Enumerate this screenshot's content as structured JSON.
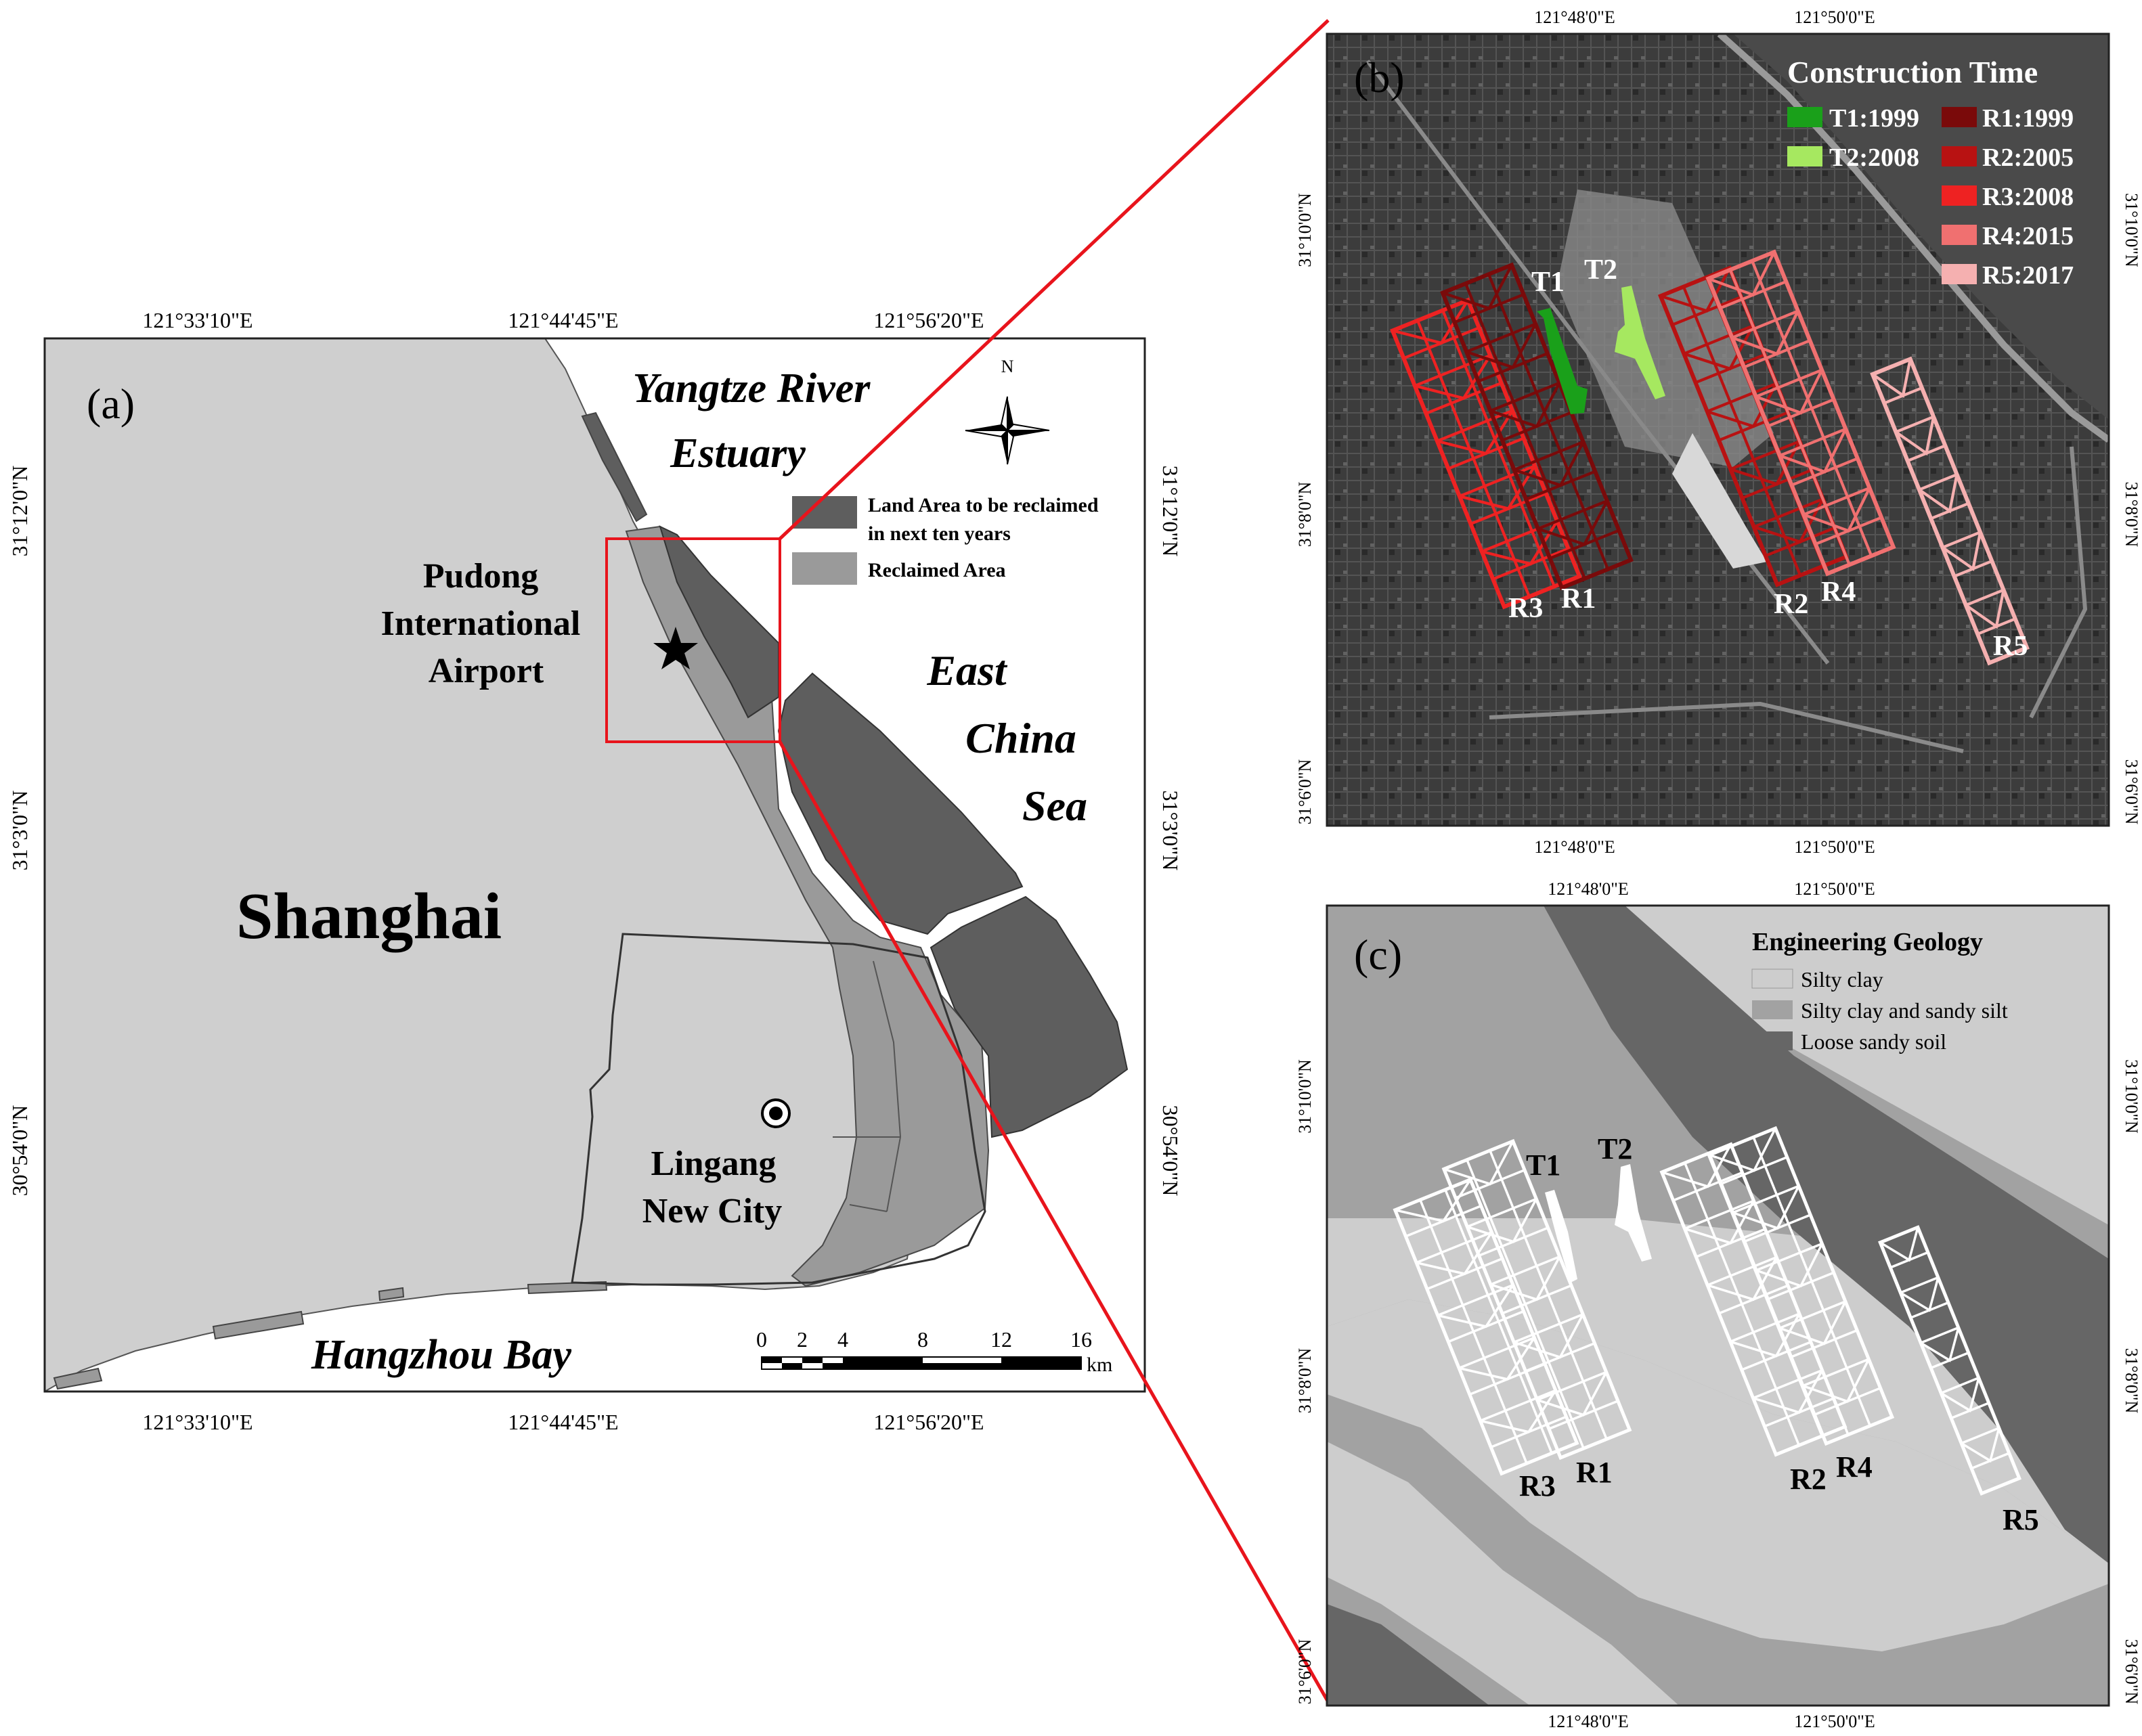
{
  "colors": {
    "land": "#cfcfcf",
    "reclaimed": "#9a9a9a",
    "to_be_reclaimed": "#5e5e5e",
    "outline_red": "#e8141c",
    "terminal_t1": "#1aa01a",
    "terminal_t2": "#a6e860",
    "runway_r1": "#7a0a0a",
    "runway_r2": "#b81212",
    "runway_r3": "#ee2222",
    "runway_r4": "#f07070",
    "runway_r5": "#f5b0b0",
    "geo_silty_clay": "#cdcdcd",
    "geo_silty_sandy": "#a2a2a2",
    "geo_loose_sandy": "#666666"
  },
  "panel_a": {
    "label": "(a)",
    "top_ticks": [
      "121°33'10\"E",
      "121°44'45\"E",
      "121°56'20\"E"
    ],
    "bottom_ticks": [
      "121°33'10\"E",
      "121°44'45\"E",
      "121°56'20\"E"
    ],
    "left_ticks": [
      "31°12'0\"N",
      "31°3'0\"N",
      "30°54'0\"N"
    ],
    "right_ticks": [
      "31°12'0\"N",
      "31°3'0\"N",
      "30°54'0\"N"
    ],
    "places": {
      "river_1": "Yangtze River",
      "river_2": "Estuary",
      "airport_1": "Pudong",
      "airport_2": "International",
      "airport_3": "Airport",
      "sea_1": "East",
      "sea_2": "China",
      "sea_3": "Sea",
      "city": "Shanghai",
      "lingang_1": "Lingang",
      "lingang_2": "New City",
      "bay": "Hangzhou Bay"
    },
    "north": "N",
    "legend": {
      "to_be_reclaimed_1": "Land Area to be reclaimed",
      "to_be_reclaimed_2": "in next ten years",
      "reclaimed": "Reclaimed Area"
    },
    "scale": {
      "labels": [
        "0",
        "2",
        "4",
        "8",
        "12",
        "16"
      ],
      "unit": "km"
    }
  },
  "panel_b": {
    "label": "(b)",
    "top_ticks": [
      "121°48'0\"E",
      "121°50'0\"E"
    ],
    "bottom_ticks": [
      "121°48'0\"E",
      "121°50'0\"E"
    ],
    "left_ticks": [
      "31°10'0\"N",
      "31°8'0\"N",
      "31°6'0\"N"
    ],
    "right_ticks": [
      "31°10'0\"N",
      "31°8'0\"N",
      "31°6'0\"N"
    ],
    "legend_title": "Construction Time",
    "legend": [
      "T1:1999",
      "T2:2008",
      "R1:1999",
      "R2:2005",
      "R3:2008",
      "R4:2015",
      "R5:2017"
    ],
    "labels": [
      "T1",
      "T2",
      "R3",
      "R1",
      "R2",
      "R4",
      "R5"
    ]
  },
  "panel_c": {
    "label": "(c)",
    "top_ticks": [
      "121°48'0\"E",
      "121°50'0\"E"
    ],
    "bottom_ticks": [
      "121°48'0\"E",
      "121°50'0\"E"
    ],
    "left_ticks": [
      "31°10'0\"N",
      "31°8'0\"N",
      "31°6'0\"N"
    ],
    "right_ticks": [
      "31°10'0\"N",
      "31°8'0\"N",
      "31°6'0\"N"
    ],
    "legend_title": "Engineering Geology",
    "legend": [
      "Silty clay",
      "Silty clay and sandy silt",
      "Loose sandy soil"
    ],
    "labels": [
      "T1",
      "T2",
      "R3",
      "R1",
      "R2",
      "R4",
      "R5"
    ]
  }
}
